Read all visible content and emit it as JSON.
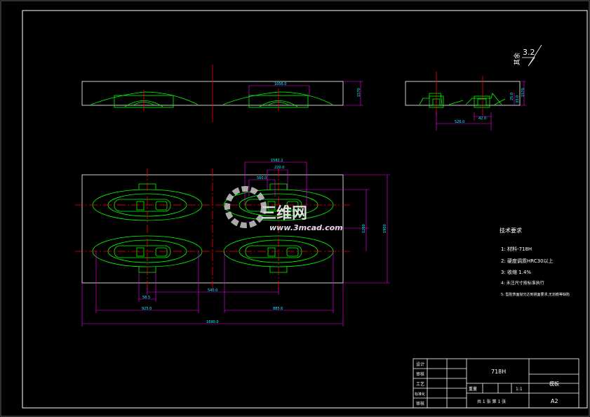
{
  "roughness": {
    "label": "其余",
    "value": "3.2"
  },
  "front_view_dims": [
    "1056.0",
    "1570"
  ],
  "side_view_dims": [
    "526.0",
    "42.0",
    "25.0",
    "33.0",
    "1570"
  ],
  "plan_view_dims": [
    "1582.2",
    "220.0",
    "560.0",
    "1260",
    "1950",
    "58.5",
    "925.0",
    "540.0",
    "885.6",
    "1690.0"
  ],
  "tech_requirements": {
    "title": "技术要求",
    "items": [
      "1: 材料-718H",
      "2: 硬度调质HRC30以上",
      "3: 收缩 1.4%",
      "4: 未注尺寸按标准执行",
      "5: 型腔表面抛光达到镜面要求,无划痕等缺陷"
    ]
  },
  "title_block": {
    "rows": [
      "设计",
      "审核",
      "工艺",
      "标准化",
      "审核"
    ],
    "material": "718H",
    "weight_label": "重量",
    "scale": "1:1",
    "sheet_text": "共 1 张   第 1 张",
    "drawing_name": "模板",
    "size": "A2"
  },
  "watermark": {
    "brand": "三维网",
    "url": "www.3mcad.com"
  },
  "colors": {
    "background": "#000000",
    "frame": "#ffffff",
    "outline": "#00ff00",
    "center_line": "#ff0000",
    "dimension": "#ff00ff",
    "dim_text": "#00ffff"
  }
}
